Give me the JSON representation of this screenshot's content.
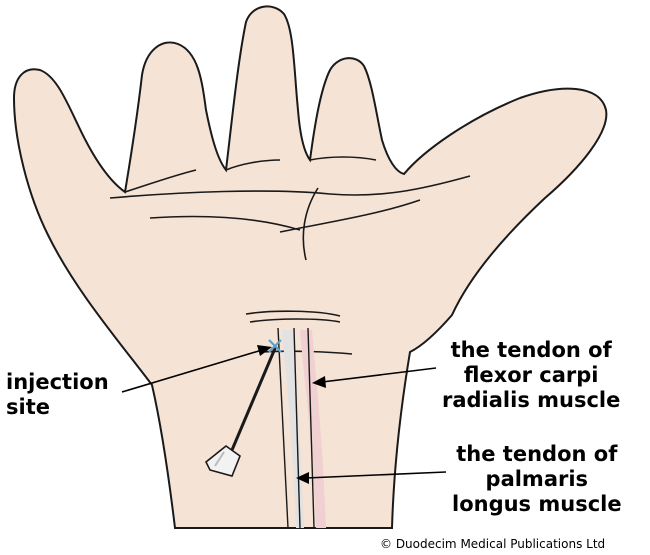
{
  "labels": {
    "injection_site": [
      "injection",
      "site"
    ],
    "flexor_carpi_radialis": [
      "the tendon of",
      "flexor carpi",
      "radialis muscle"
    ],
    "palmaris_longus": [
      "the tendon of",
      "palmaris",
      "longus muscle"
    ]
  },
  "copyright": "© Duodecim Medical Publications Ltd",
  "colors": {
    "skin": "#f5e3d6",
    "outline": "#1a1a1a",
    "tendon_fcr": "#f0d0d0",
    "tendon_pl": "#e2e2e2",
    "injection_mark": "#5aa0c8"
  }
}
